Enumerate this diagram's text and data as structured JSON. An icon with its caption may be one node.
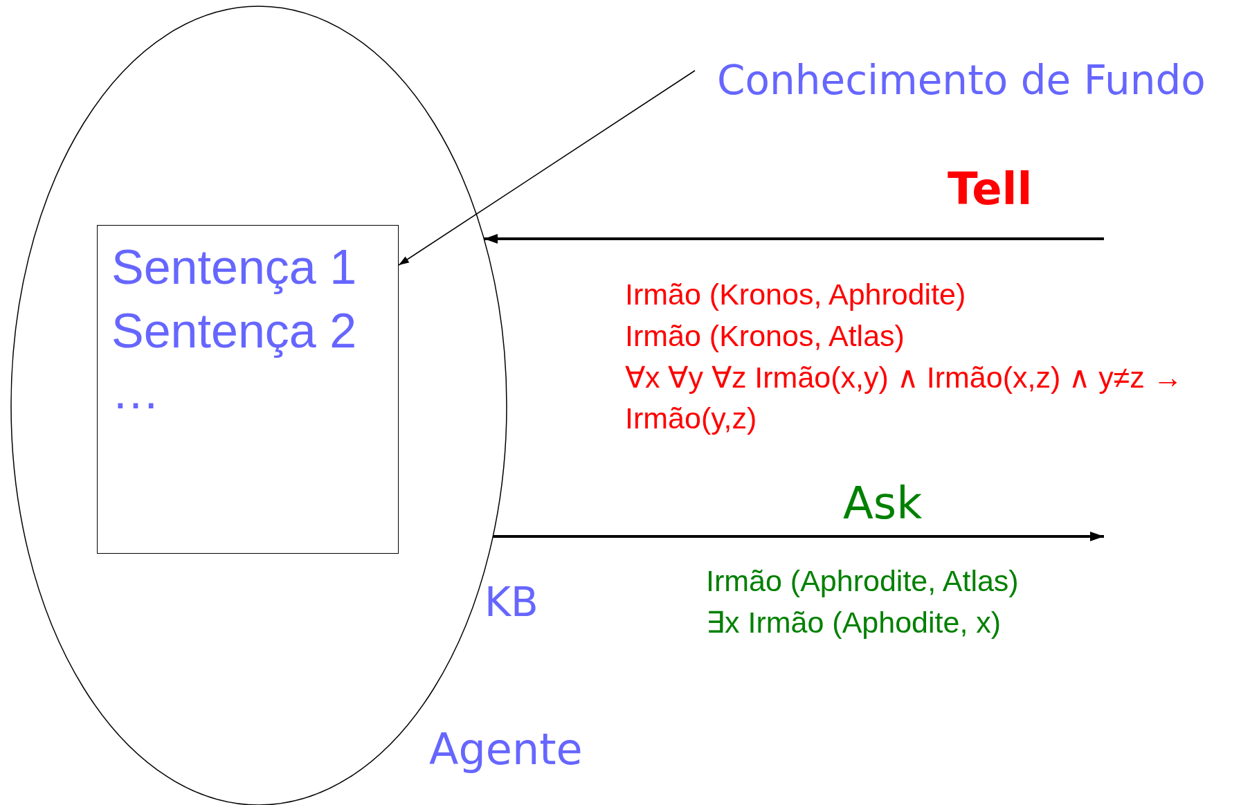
{
  "diagram": {
    "nodes": [
      {
        "text": [
          "Agente"
        ]
      },
      {
        "text": [
          "Sentença 1",
          "Sentença 2",
          "…"
        ],
        "beside": [
          "KB"
        ],
        "in": 0
      },
      {
        "text": [
          "Conhecimento de Fundo"
        ]
      }
    ],
    "edges": [
      {
        "from": 2,
        "to": 1,
        "arrow": "to"
      },
      {
        "from": null,
        "to": 0,
        "arrow": "to",
        "label": "Tell"
      },
      {
        "from": 0,
        "to": null,
        "arrow": "to",
        "label": "Ask"
      }
    ],
    "labels": [
      "Irmão (Kronos, Aphrodite)",
      "Irmão (Kronos, Atlas)",
      "∀x ∀y ∀z Irmão(x,y) ∧ Irmão(x,z) ∧ y≠z → Irmão(y,z)",
      "Irmão (Aphrodite, Atlas)",
      "∃x Irmão (Aphodite, x)"
    ]
  }
}
